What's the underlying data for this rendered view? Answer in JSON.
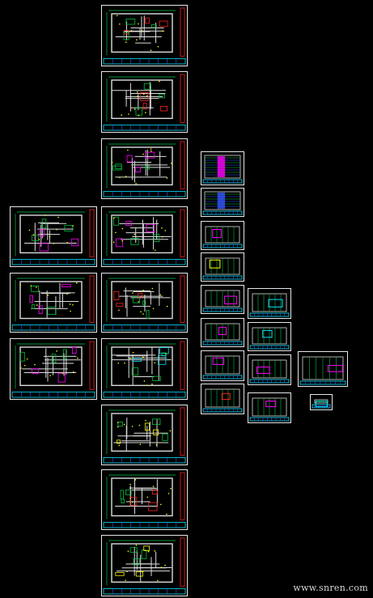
{
  "watermark": "www.snren.com",
  "colors": {
    "background": "#000000",
    "frame": "#e6e6e6",
    "wall": "#dcdcdc",
    "grid": "#00c040",
    "accent_magenta": "#ff00ff",
    "accent_blue": "#3355ff",
    "accent_cyan": "#00e5ff",
    "accent_yellow": "#ffff00",
    "accent_red": "#ff2020"
  },
  "sheets": [
    {
      "id": "plan-1",
      "kind": "floor-plan",
      "accent": "accent_red"
    },
    {
      "id": "plan-2",
      "kind": "floor-plan",
      "accent": "accent_red"
    },
    {
      "id": "plan-3",
      "kind": "floor-plan",
      "accent": "accent_magenta"
    },
    {
      "id": "plan-4",
      "kind": "floor-plan",
      "accent": "accent_magenta"
    },
    {
      "id": "plan-5",
      "kind": "floor-plan",
      "accent": "accent_magenta"
    },
    {
      "id": "plan-6",
      "kind": "floor-plan",
      "accent": "accent_magenta"
    },
    {
      "id": "plan-7",
      "kind": "floor-plan",
      "accent": "accent_red"
    },
    {
      "id": "plan-8",
      "kind": "floor-plan",
      "accent": "accent_magenta"
    },
    {
      "id": "plan-9",
      "kind": "floor-plan",
      "accent": "accent_cyan"
    },
    {
      "id": "plan-10",
      "kind": "floor-plan",
      "accent": "accent_yellow"
    },
    {
      "id": "plan-11",
      "kind": "floor-plan",
      "accent": "accent_red"
    },
    {
      "id": "plan-12",
      "kind": "floor-plan",
      "accent": "accent_yellow"
    },
    {
      "id": "detail-1",
      "kind": "table",
      "accent": "accent_magenta"
    },
    {
      "id": "detail-2",
      "kind": "table",
      "accent": "accent_blue"
    },
    {
      "id": "detail-3",
      "kind": "elevation",
      "accent": "accent_magenta"
    },
    {
      "id": "detail-4",
      "kind": "elevation",
      "accent": "accent_yellow"
    },
    {
      "id": "detail-5",
      "kind": "elevation",
      "accent": "accent_magenta"
    },
    {
      "id": "detail-6",
      "kind": "elevation",
      "accent": "accent_cyan"
    },
    {
      "id": "detail-7",
      "kind": "elevation",
      "accent": "accent_magenta"
    },
    {
      "id": "detail-8",
      "kind": "elevation",
      "accent": "accent_cyan"
    },
    {
      "id": "detail-9",
      "kind": "elevation",
      "accent": "accent_magenta"
    },
    {
      "id": "detail-10",
      "kind": "elevation",
      "accent": "accent_magenta"
    },
    {
      "id": "detail-11",
      "kind": "elevation",
      "accent": "accent_magenta"
    },
    {
      "id": "detail-12",
      "kind": "elevation",
      "accent": "accent_red"
    },
    {
      "id": "detail-13",
      "kind": "elevation",
      "accent": "accent_magenta"
    },
    {
      "id": "detail-14",
      "kind": "elevation",
      "accent": "accent_cyan"
    },
    {
      "id": "detail-15",
      "kind": "elevation",
      "accent": "accent_red"
    },
    {
      "id": "detail-16",
      "kind": "symbol",
      "accent": "accent_yellow"
    }
  ]
}
